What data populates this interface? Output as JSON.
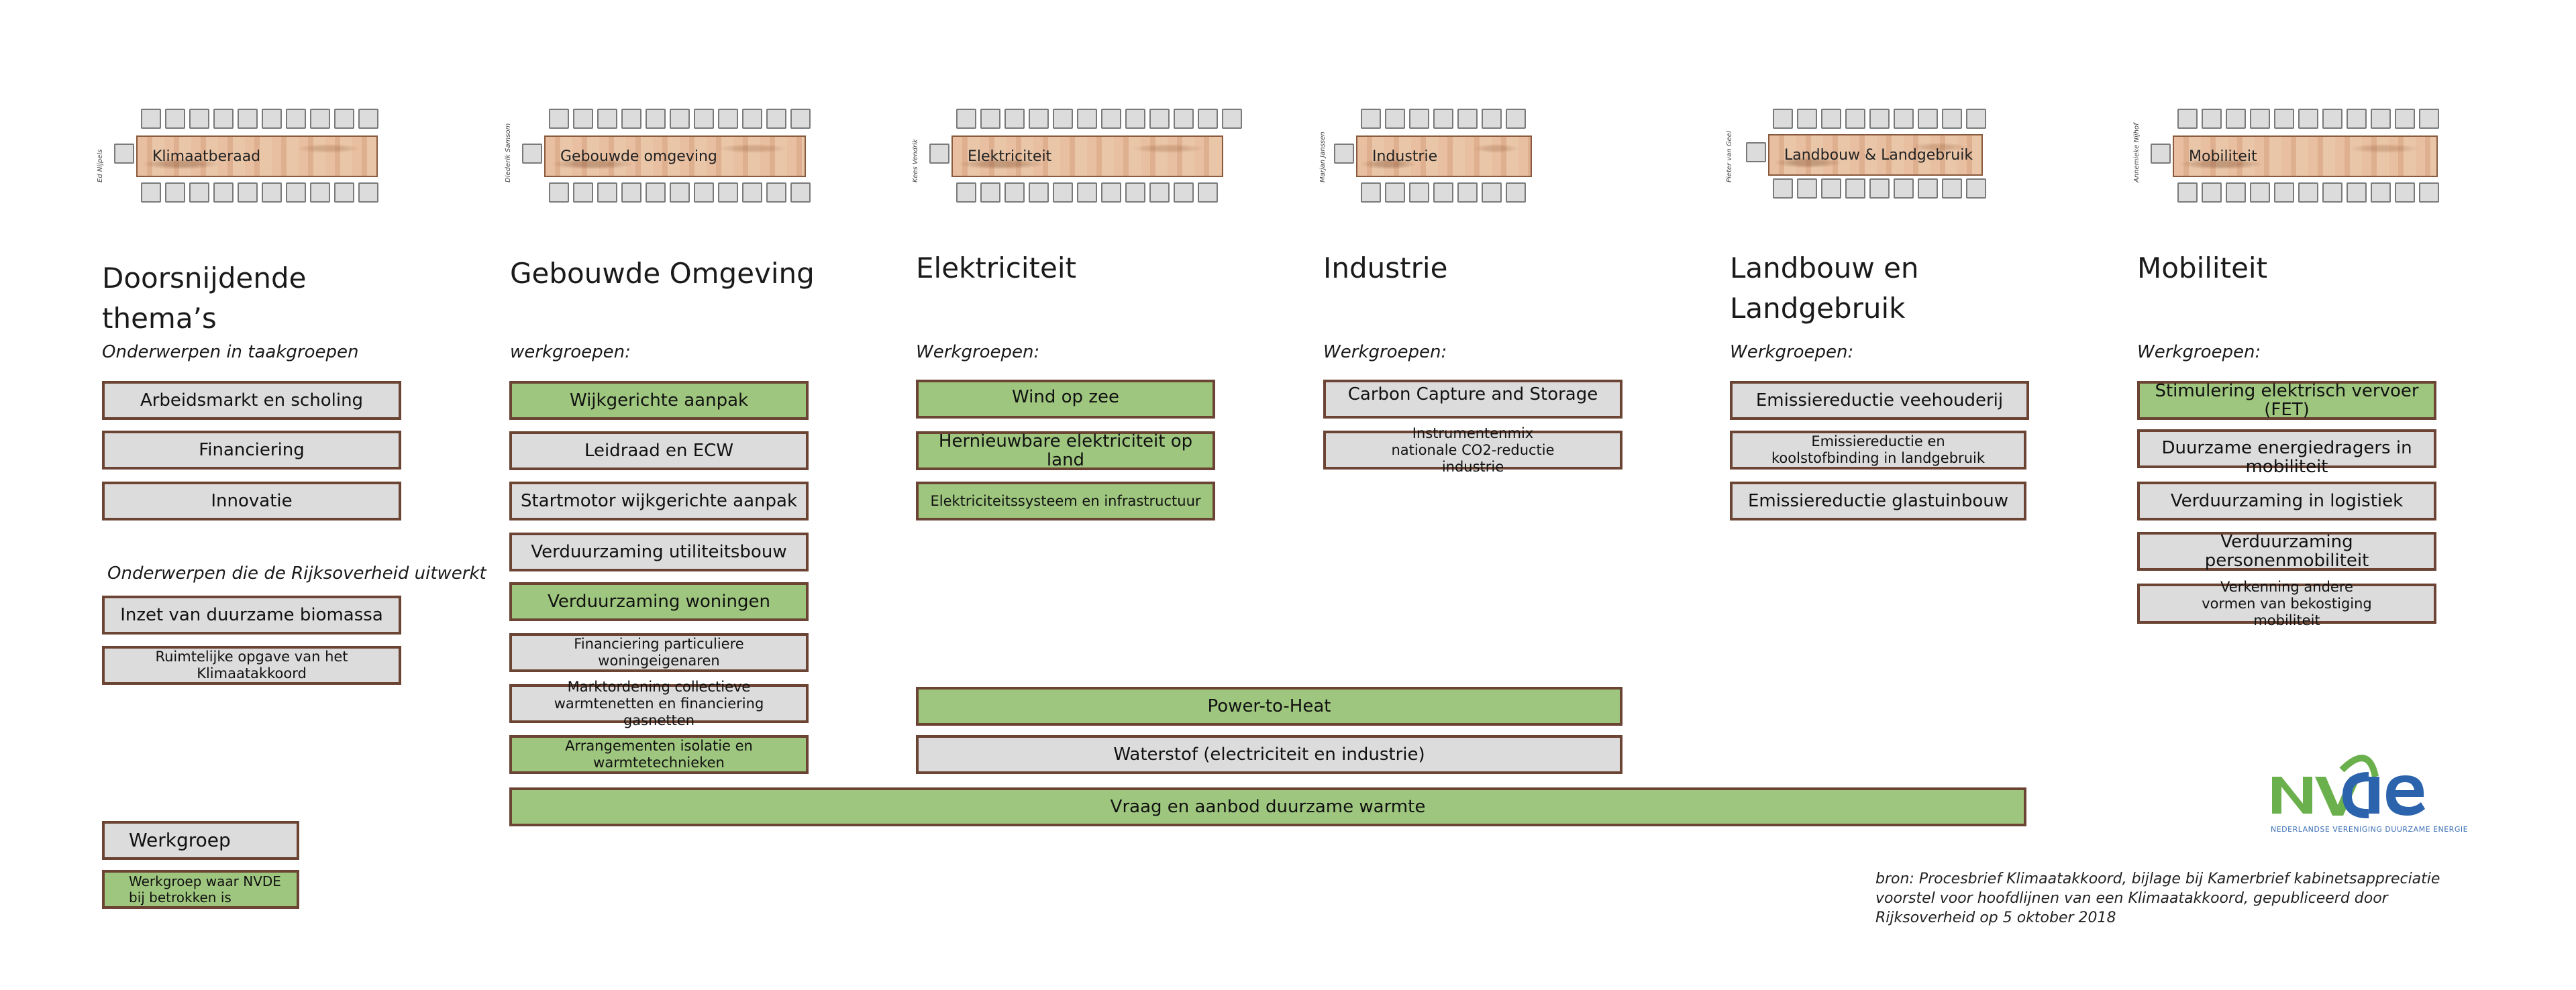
{
  "tables": [
    {
      "chairman": "Ed Nijpels",
      "label": "Klimaatberaad"
    },
    {
      "chairman": "Diederik Samsom",
      "label": "Gebouwde omgeving"
    },
    {
      "chairman": "Kees Vendrik",
      "label": "Elektriciteit"
    },
    {
      "chairman": "Marjan Janssen",
      "label": "Industrie"
    },
    {
      "chairman": "Pieter van Geel",
      "label": "Landbouw & Landgebruik"
    },
    {
      "chairman": "Annemieke Nijhof",
      "label": "Mobiliteit"
    }
  ],
  "columns": {
    "doorsnijdend": {
      "title": "Doorsnijdende thema’s",
      "sub1": "Onderwerpen in taakgroepen",
      "items1": [
        "Arbeidsmarkt en scholing",
        "Financiering",
        "Innovatie"
      ],
      "sub2": "Onderwerpen die de Rijksoverheid uitwerkt",
      "items2": [
        "Inzet van duurzame biomassa",
        "Ruimtelijke opgave van het Klimaatakkoord"
      ]
    },
    "gebouwd": {
      "title": "Gebouwde Omgeving",
      "sub": "werkgroepen:",
      "items": [
        "Wijkgerichte aanpak",
        "Leidraad en ECW",
        "Startmotor wijkgerichte aanpak",
        "Verduurzaming utiliteitsbouw",
        "Verduurzaming woningen",
        "Financiering particuliere woningeigenaren",
        "Marktordening collectieve warmtenetten en financiering gasnetten",
        "Arrangementen isolatie en warmtetechnieken"
      ]
    },
    "elektriciteit": {
      "title": "Elektriciteit",
      "sub": "Werkgroepen:",
      "items": [
        "Wind op zee",
        "Hernieuwbare elektriciteit op land",
        "Elektriciteitssysteem en infrastructuur"
      ]
    },
    "industrie": {
      "title": "Industrie",
      "sub": "Werkgroepen:",
      "items": [
        "Carbon Capture and Storage",
        "Instrumentenmix nationale CO2-reductie industrie"
      ]
    },
    "landbouw": {
      "title": "Landbouw en Landgebruik",
      "sub": "Werkgroepen:",
      "items": [
        "Emissiereductie veehouderij",
        "Emissiereductie en koolstofbinding in landgebruik",
        "Emissiereductie glastuinbouw"
      ]
    },
    "mobiliteit": {
      "title": "Mobiliteit",
      "sub": "Werkgroepen:",
      "items": [
        "Stimulering elektrisch vervoer  (FET)",
        "Duurzame energiedragers in mobiliteit",
        "Verduurzaming in logistiek",
        "Verduurzaming personenmobiliteit",
        "Verkenning andere vormen van bekostiging mobiliteit"
      ]
    }
  },
  "wide": {
    "power_to_heat": "Power-to-Heat",
    "waterstof": "Waterstof (electriciteit en industrie)",
    "warmte": "Vraag en aanbod duurzame warmte"
  },
  "legend": {
    "werkgroep": "Werkgroep",
    "nvde": "Werkgroep waar NVDE bij betrokken is"
  },
  "logo": {
    "name": "NVDE",
    "tagline": "NEDERLANDSE VERENIGING DUURZAME ENERGIE"
  },
  "source": "bron: Procesbrief Klimaatakkoord, bijlage bij Kamerbrief kabinetsappreciatie voorstel voor hoofdlijnen van een Klimaatakkoord, gepubliceerd door Rijksoverheid op 5 oktober 2018",
  "colors": {
    "green": "#9ec67e",
    "gray": "#dcdcdc",
    "border": "#6b4434",
    "logo_green": "#6ab04c",
    "logo_blue": "#2b63ad"
  }
}
